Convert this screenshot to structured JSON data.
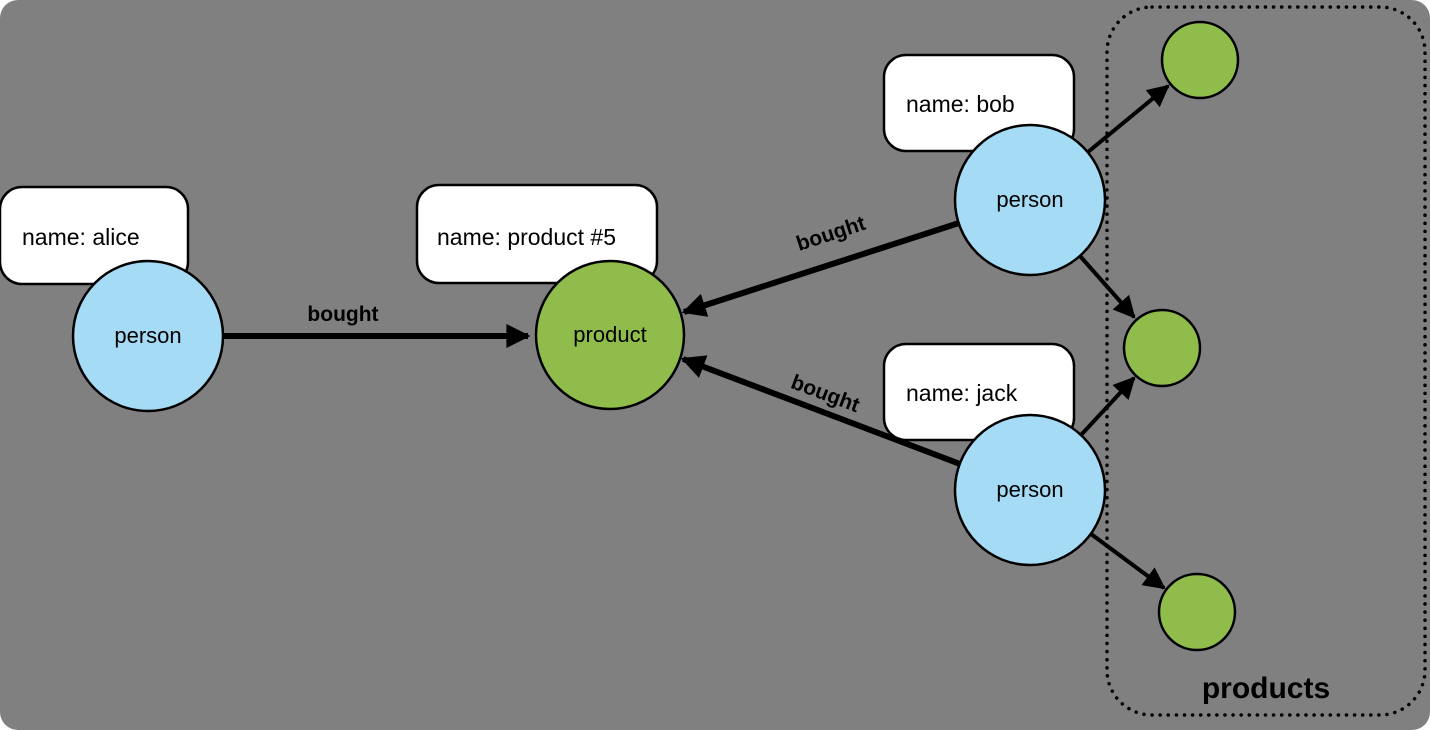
{
  "group": {
    "label": "products"
  },
  "nodes": {
    "alice": {
      "label": "person",
      "property": "name: alice"
    },
    "bob": {
      "label": "person",
      "property": "name: bob"
    },
    "jack": {
      "label": "person",
      "property": "name: jack"
    },
    "product": {
      "label": "product",
      "property": "name: product #5"
    }
  },
  "edges": {
    "alice_product": {
      "label": "bought"
    },
    "bob_product": {
      "label": "bought"
    },
    "jack_product": {
      "label": "bought"
    }
  },
  "colors": {
    "background": "#808080",
    "person_fill": "#A6DBF5",
    "product_fill": "#8FBC4A",
    "label_box_fill": "#FFFFFF",
    "edge": "#000000",
    "outline": "#000000"
  }
}
